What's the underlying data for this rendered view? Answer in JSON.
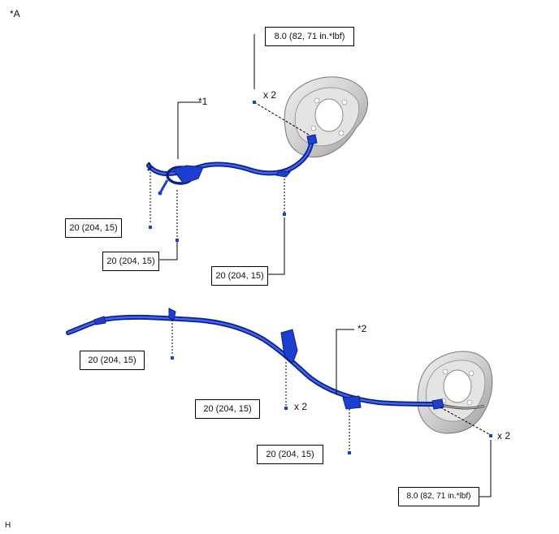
{
  "figure_label": "*A",
  "corner_mark": "H",
  "callouts": {
    "c1": "*1",
    "c2": "*2"
  },
  "torque": {
    "t1": "8.0 (82, 71 in.*lbf)",
    "t2": "20 (204, 15)",
    "t3": "20 (204, 15)",
    "t4": "20 (204, 15)",
    "t5": "20 (204, 15)",
    "t6": "20 (204, 15)",
    "t7": "20 (204, 15)",
    "t8": "8.0 (82, 71 in.*lbf)"
  },
  "quantities": {
    "q1": "x 2",
    "q2": "x 2",
    "q3": "x 2"
  },
  "colors": {
    "cable_blue": "#1d3fd0",
    "cable_dark": "#0c1f8a",
    "shield_gray": "#c9c9c9",
    "leader_line": "#000000"
  }
}
